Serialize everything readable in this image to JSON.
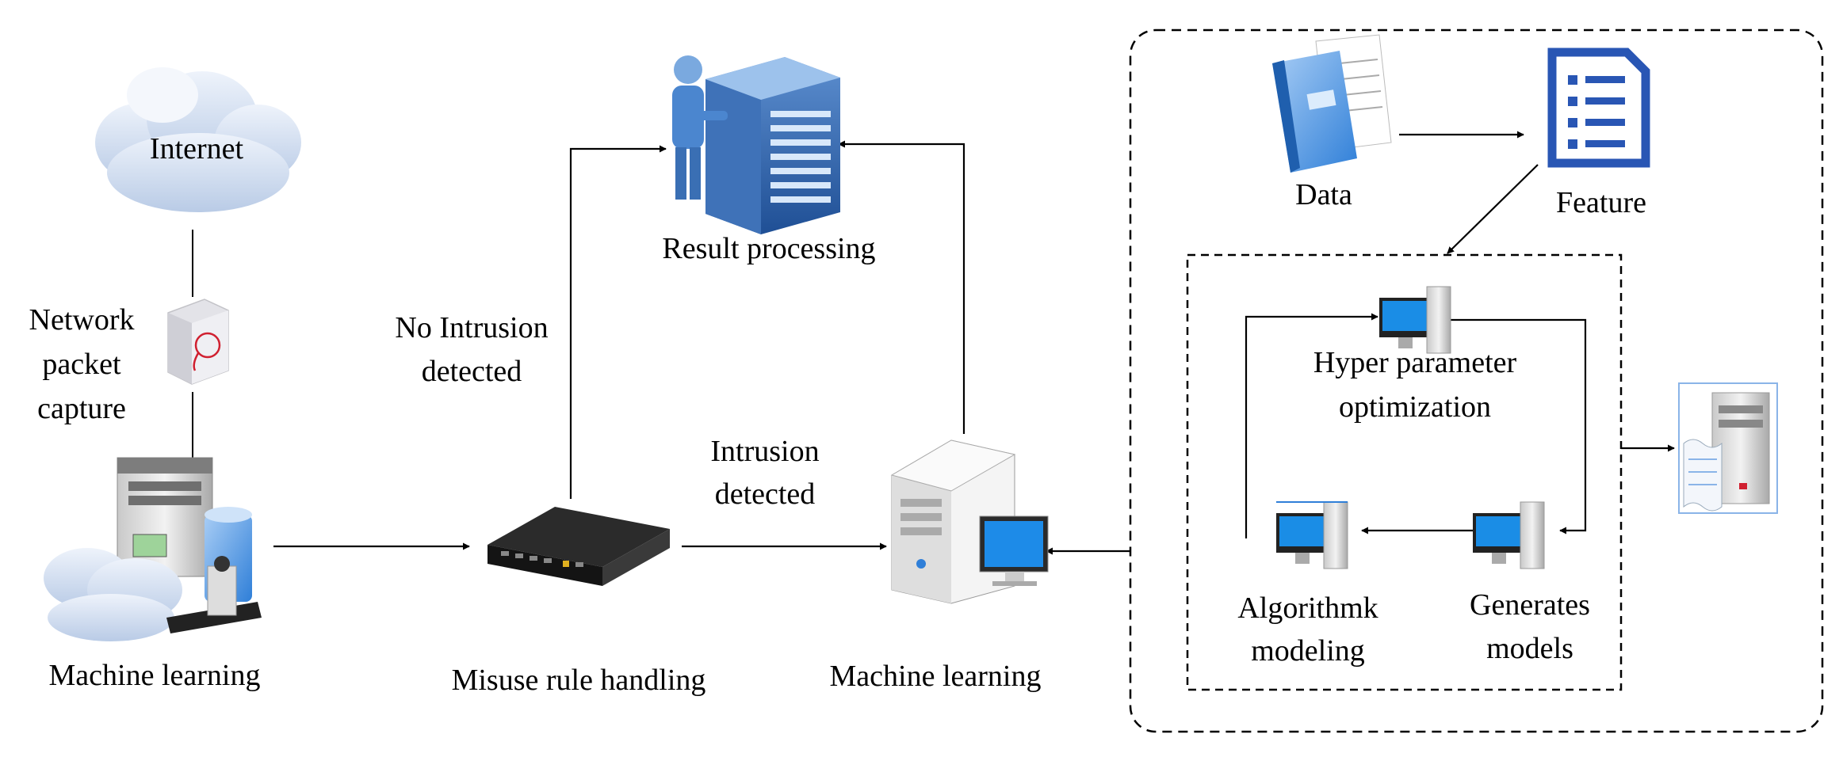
{
  "labels": {
    "internet": "Internet",
    "packet_capture_1": "Network",
    "packet_capture_2": "packet",
    "packet_capture_3": "capture",
    "ml_left": "Machine learning",
    "misuse": "Misuse rule handling",
    "ml_center": "Machine learning",
    "result": "Result processing",
    "no_intrusion_1": "No Intrusion",
    "no_intrusion_2": "detected",
    "intrusion_1": "Intrusion",
    "intrusion_2": "detected",
    "data": "Data",
    "feature": "Feature",
    "hyper_1": "Hyper parameter",
    "hyper_2": "optimization",
    "algo_1": "Algorithmk",
    "algo_2": "modeling",
    "generates_1": "Generates",
    "generates_2": "models"
  },
  "icons": [
    "cloud-icon",
    "packet-capture-icon",
    "ml-server-icon",
    "router-icon",
    "server-rack-icon",
    "pc-tower-icon",
    "folder-icon",
    "document-icon",
    "workstation-icon",
    "server-log-icon"
  ],
  "colors": {
    "accent_blue": "#2f7fd8",
    "feature_blue": "#2956b4",
    "stroke": "#000000",
    "alert_red": "#d02030"
  }
}
